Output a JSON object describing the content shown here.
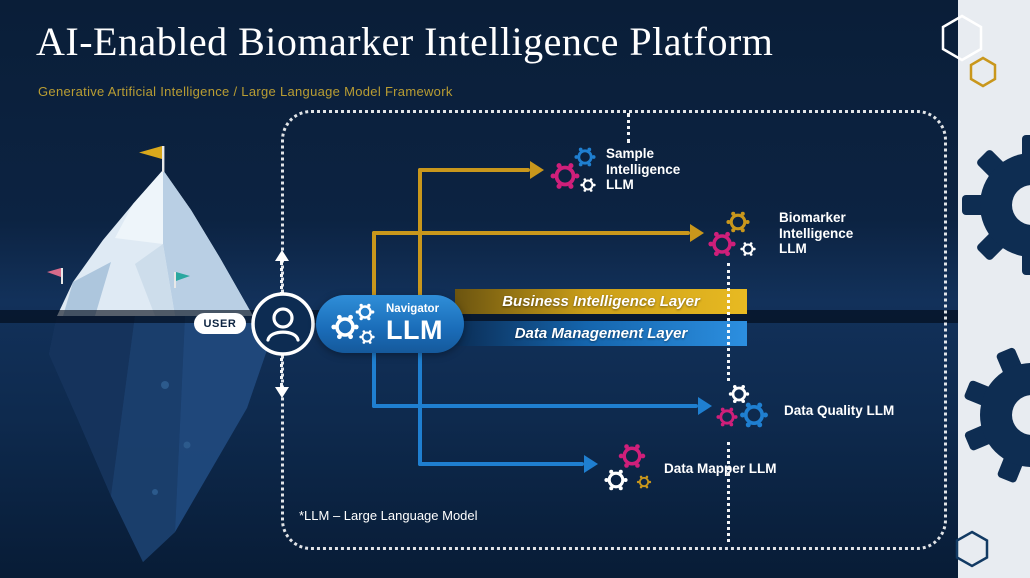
{
  "header": {
    "title": "AI-Enabled Biomarker Intelligence Platform",
    "subtitle": "Generative Artificial Intelligence / Large Language Model Framework"
  },
  "diagram": {
    "user_label": "USER",
    "navigator": {
      "title": "Navigator",
      "subtitle": "LLM"
    },
    "banners": {
      "business": "Business Intelligence Layer",
      "data": "Data Management Layer"
    },
    "nodes": {
      "sample": "Sample\nIntelligence\nLLM",
      "biomarker": "Biomarker\nIntelligence\nLLM",
      "data_quality": "Data Quality LLM",
      "data_mapper": "Data Mapper LLM"
    },
    "footnote": "*LLM – Large Language Model"
  },
  "colors": {
    "accent_gold": "#C9971C",
    "accent_blue": "#1F7FD0",
    "accent_magenta": "#CF1F7A",
    "deep_navy": "#0C2340",
    "subtitle_gold": "#B99D33"
  }
}
